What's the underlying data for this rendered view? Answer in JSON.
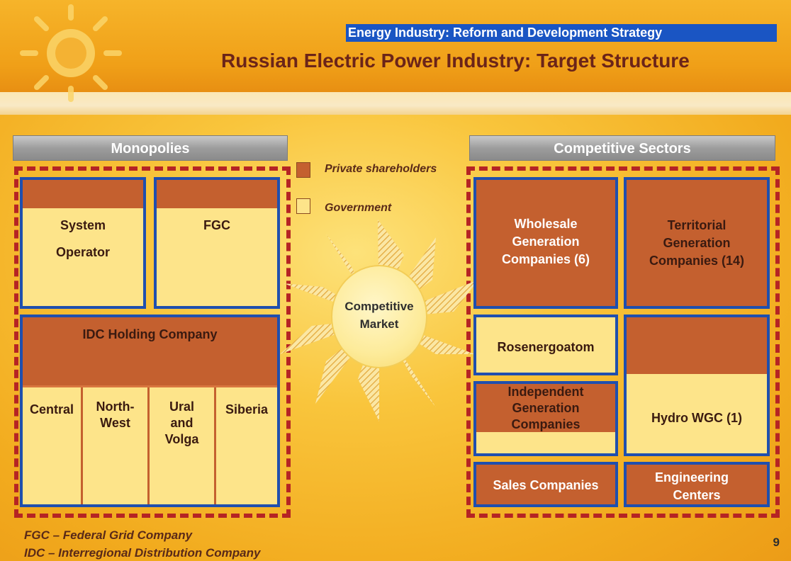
{
  "header": {
    "subtitle": "Energy Industry: Reform and Development Strategy",
    "title": "Russian Electric Power Industry: Target Structure"
  },
  "sections": {
    "monopolies": "Monopolies",
    "competitive": "Competitive Sectors"
  },
  "legend": {
    "private": "Private shareholders",
    "government": "Government",
    "private_color": "#c4602f",
    "government_color": "#fde48a"
  },
  "center": {
    "line1": "Competitive",
    "line2": "Market"
  },
  "monopolies": {
    "system_operator_line1": "System",
    "system_operator_line2": "Operator",
    "fgc": "FGC",
    "idc_holding": "IDC Holding Company",
    "regions": {
      "central": "Central",
      "north_west_line1": "North-",
      "north_west_line2": "West",
      "ural_line1": "Ural",
      "ural_line2": "and",
      "ural_line3": "Volga",
      "siberia": "Siberia"
    }
  },
  "competitive": {
    "wholesale_line1": "Wholesale",
    "wholesale_line2": "Generation",
    "wholesale_line3": "Companies (6)",
    "territorial_line1": "Territorial",
    "territorial_line2": "Generation",
    "territorial_line3": "Companies (14)",
    "rosenergoatom": "Rosenergoatom",
    "hydro": "Hydro WGC (1)",
    "independent_line1": "Independent",
    "independent_line2": "Generation",
    "independent_line3": "Companies",
    "sales": "Sales Companies",
    "engineering_line1": "Engineering",
    "engineering_line2": "Centers"
  },
  "footnotes": {
    "fgc": "FGC – Federal Grid Company",
    "idc": "IDC – Interregional Distribution Company"
  },
  "page_number": "9"
}
